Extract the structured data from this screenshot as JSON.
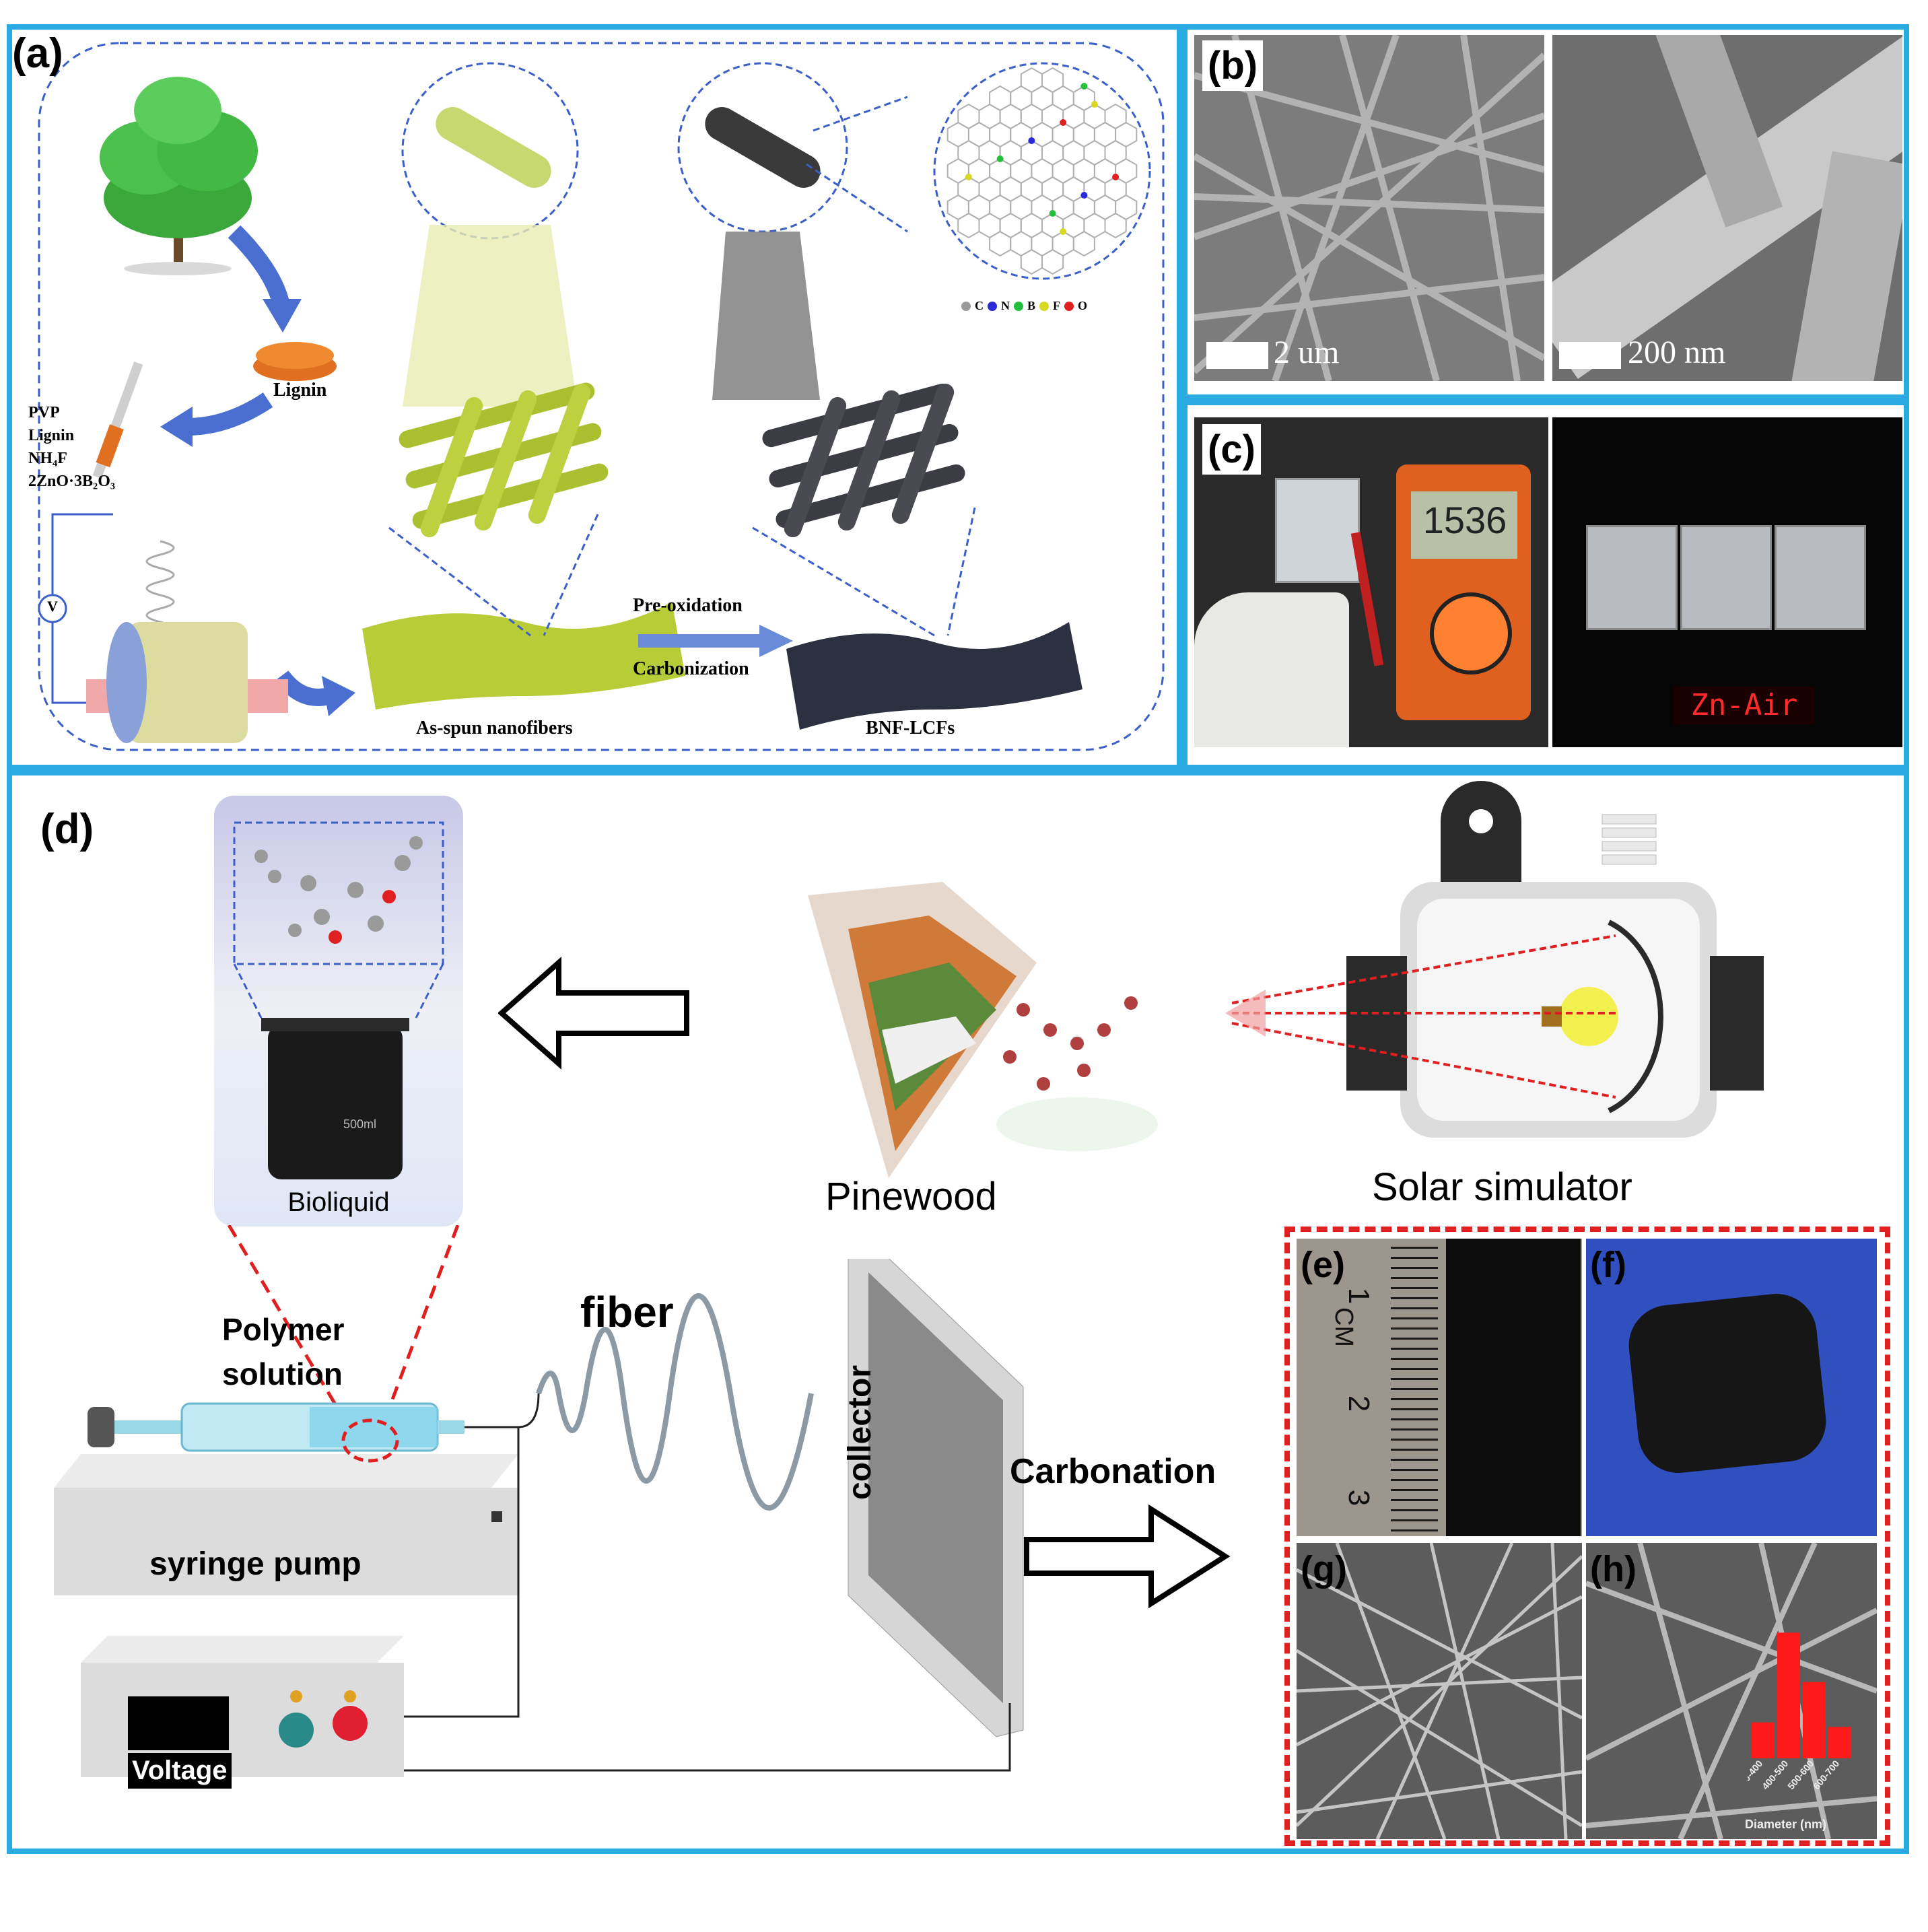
{
  "panels": {
    "a": {
      "label": "(a)",
      "lignin": "Lignin",
      "reagents": [
        "PVP",
        "Lignin",
        "NH₄F",
        "2ZnO·3B₂O₃"
      ],
      "voltage_symbol": "V",
      "step1": "Pre-oxidation",
      "step2": "Carbonization",
      "as_spun": "As-spun nanofibers",
      "product": "BNF-LCFs",
      "legend": [
        {
          "symbol": "C",
          "color": "#9a9a9a"
        },
        {
          "symbol": "N",
          "color": "#2a2ad8"
        },
        {
          "symbol": "B",
          "color": "#22c03a"
        },
        {
          "symbol": "F",
          "color": "#d8d820"
        },
        {
          "symbol": "O",
          "color": "#e02020"
        }
      ]
    },
    "b": {
      "label": "(b)",
      "scale_left": "2 um",
      "scale_right": "200 nm"
    },
    "c": {
      "label": "(c)",
      "meter_reading": "1536",
      "led_text": "Zn-Air"
    },
    "d": {
      "label": "(d)",
      "bioliquid": "Bioliquid",
      "pinewood": "Pinewood",
      "solar": "Solar simulator",
      "polymer": "Polymer",
      "solution": "solution",
      "fiber": "fiber",
      "collector": "collector",
      "syringe_pump": "syringe pump",
      "voltage": "Voltage",
      "carbonation": "Carbonation",
      "beaker_mark": "500ml"
    },
    "e": {
      "label": "(e)",
      "ruler_unit": "CM",
      "ruler_numbers": [
        "1",
        "2",
        "3"
      ]
    },
    "f": {
      "label": "(f)"
    },
    "g": {
      "label": "(g)"
    },
    "h": {
      "label": "(h)"
    }
  },
  "colors": {
    "frame": "#29abe2",
    "accent_red": "#e02020",
    "arrow_blue": "#4a6fd0"
  },
  "chart_data": {
    "type": "bar",
    "categories": [
      "300-400",
      "400-500",
      "500-600",
      "600-700"
    ],
    "values": [
      8,
      28,
      17,
      7
    ],
    "xlabel": "Diameter (nm)",
    "ylabel": "",
    "ylim": [
      0,
      30
    ]
  }
}
